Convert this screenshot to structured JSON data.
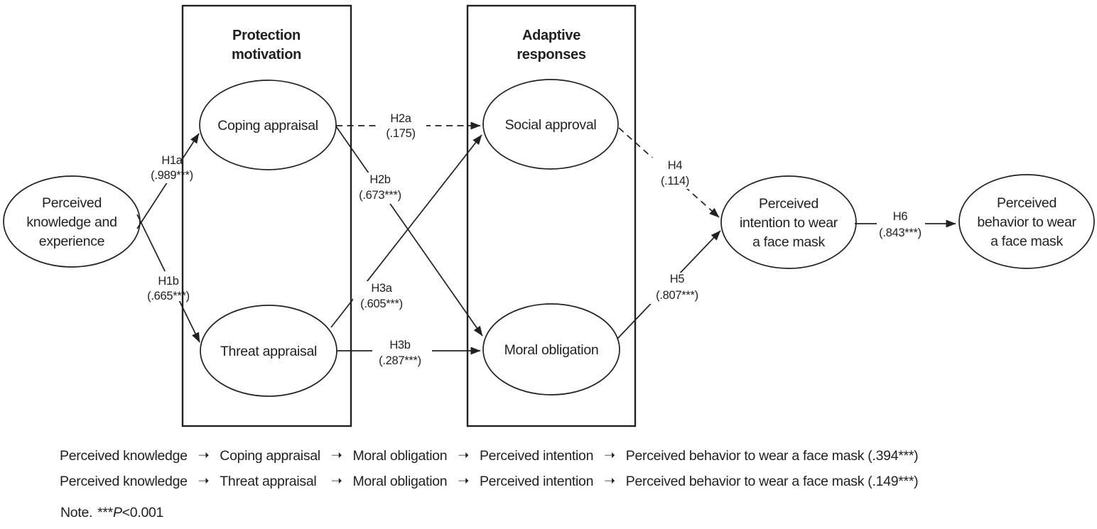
{
  "figure": {
    "background": "#ffffff",
    "ink_color": "#232020"
  },
  "diagram": {
    "boxes": {
      "protection": {
        "title_lines": [
          "Protection",
          "motivation"
        ]
      },
      "adaptive": {
        "title_lines": [
          "Adaptive",
          "responses"
        ]
      }
    },
    "nodes": {
      "knowledge": {
        "lines": [
          "Perceived",
          "knowledge and",
          "experience"
        ]
      },
      "coping": {
        "lines": [
          "Coping appraisal"
        ]
      },
      "threat": {
        "lines": [
          "Threat appraisal"
        ]
      },
      "social": {
        "lines": [
          "Social approval"
        ]
      },
      "moral": {
        "lines": [
          "Moral obligation"
        ]
      },
      "intention": {
        "lines": [
          "Perceived",
          "intention to wear",
          "a face mask"
        ]
      },
      "behavior": {
        "lines": [
          "Perceived",
          "behavior to wear",
          "a face mask"
        ]
      }
    },
    "edges": {
      "h1a": {
        "label": "H1a",
        "value": "(.989***)",
        "style": "solid",
        "from": "knowledge",
        "to": "coping"
      },
      "h1b": {
        "label": "H1b",
        "value": "(.665***)",
        "style": "solid",
        "from": "knowledge",
        "to": "threat"
      },
      "h2a": {
        "label": "H2a",
        "value": "(.175)",
        "style": "dashed",
        "from": "coping",
        "to": "social"
      },
      "h2b": {
        "label": "H2b",
        "value": "(.673***)",
        "style": "solid",
        "from": "coping",
        "to": "moral"
      },
      "h3a": {
        "label": "H3a",
        "value": "(.605***)",
        "style": "solid",
        "from": "threat",
        "to": "social"
      },
      "h3b": {
        "label": "H3b",
        "value": "(.287***)",
        "style": "solid",
        "from": "threat",
        "to": "moral"
      },
      "h4": {
        "label": "H4",
        "value": "(.114)",
        "style": "dashed",
        "from": "social",
        "to": "intention"
      },
      "h5": {
        "label": "H5",
        "value": "(.807***)",
        "style": "solid",
        "from": "moral",
        "to": "intention"
      },
      "h6": {
        "label": "H6",
        "value": "(.843***)",
        "style": "solid",
        "from": "intention",
        "to": "behavior"
      }
    }
  },
  "summary": {
    "rows": [
      {
        "segments": [
          "Perceived knowledge",
          "Coping appraisal",
          "Moral obligation",
          "Perceived intention",
          "Perceived behavior to wear a face mask (.394***)"
        ]
      },
      {
        "segments": [
          "Perceived knowledge",
          "Threat appraisal",
          "Moral obligation",
          "Perceived intention",
          "Perceived behavior to wear a face mask (.149***)"
        ]
      }
    ]
  },
  "note": {
    "prefix": "Note.",
    "stars": "***",
    "p_symbol": "P",
    "condition": "<0.001"
  },
  "icons": {
    "arrow_right": "➝"
  }
}
